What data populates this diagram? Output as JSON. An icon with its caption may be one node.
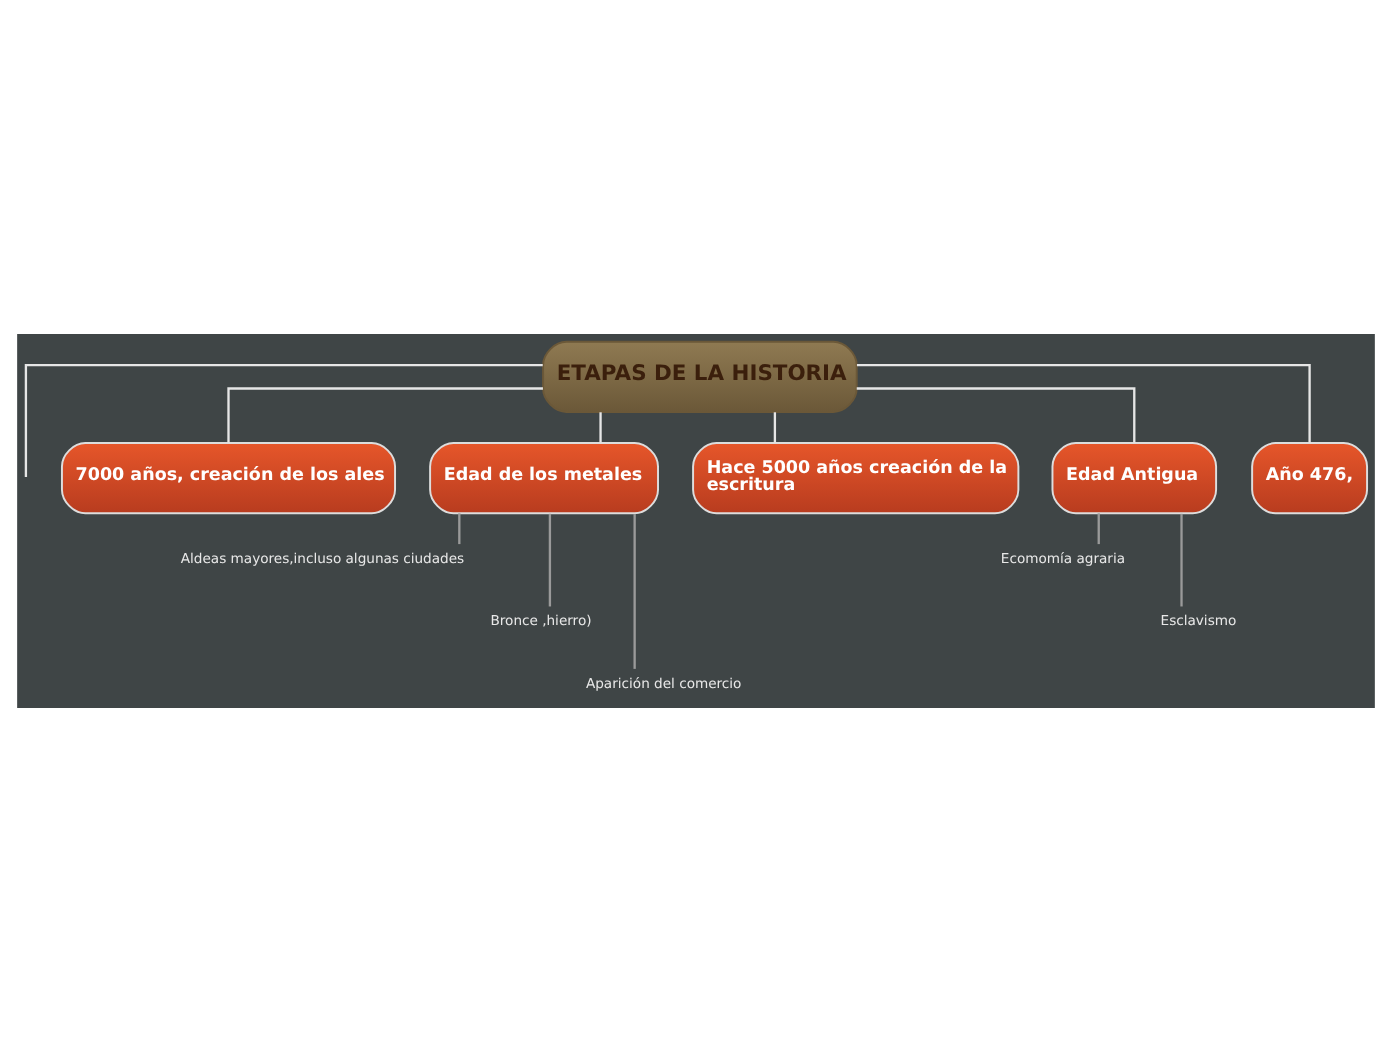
{
  "diagram": {
    "nodes": [
      {
        "text": [
          "ETAPAS DE LA HISTORIA"
        ]
      },
      {
        "text": [
          "7000 años, creación de los ales"
        ]
      },
      {
        "text": [
          "Edad de los metales"
        ]
      },
      {
        "text": [
          "Aldeas mayores,incluso algunas ciudades"
        ]
      },
      {
        "text": [
          "Bronce ,hierro)"
        ]
      },
      {
        "text": [
          "Aparición del comercio"
        ]
      },
      {
        "text": [
          "Hace 5000 años creación de la escritura"
        ]
      },
      {
        "text": [
          "Edad Antigua"
        ]
      },
      {
        "text": [
          "Ecomomía agraria"
        ]
      },
      {
        "text": [
          "Esclavismo"
        ]
      },
      {
        "text": [
          "Año 476,"
        ]
      }
    ],
    "edges": [
      {
        "from": 0,
        "to": null,
        "arrow": "none"
      },
      {
        "from": 0,
        "to": 1,
        "arrow": "none"
      },
      {
        "from": 0,
        "to": 2,
        "arrow": "none"
      },
      {
        "from": 2,
        "to": 3,
        "arrow": "none"
      },
      {
        "from": 2,
        "to": 4,
        "arrow": "none"
      },
      {
        "from": 2,
        "to": 5,
        "arrow": "none"
      },
      {
        "from": 0,
        "to": 6,
        "arrow": "none"
      },
      {
        "from": 0,
        "to": 7,
        "arrow": "none"
      },
      {
        "from": 7,
        "to": 8,
        "arrow": "none"
      },
      {
        "from": 7,
        "to": 9,
        "arrow": "none"
      },
      {
        "from": 0,
        "to": 10,
        "arrow": "none"
      }
    ]
  }
}
